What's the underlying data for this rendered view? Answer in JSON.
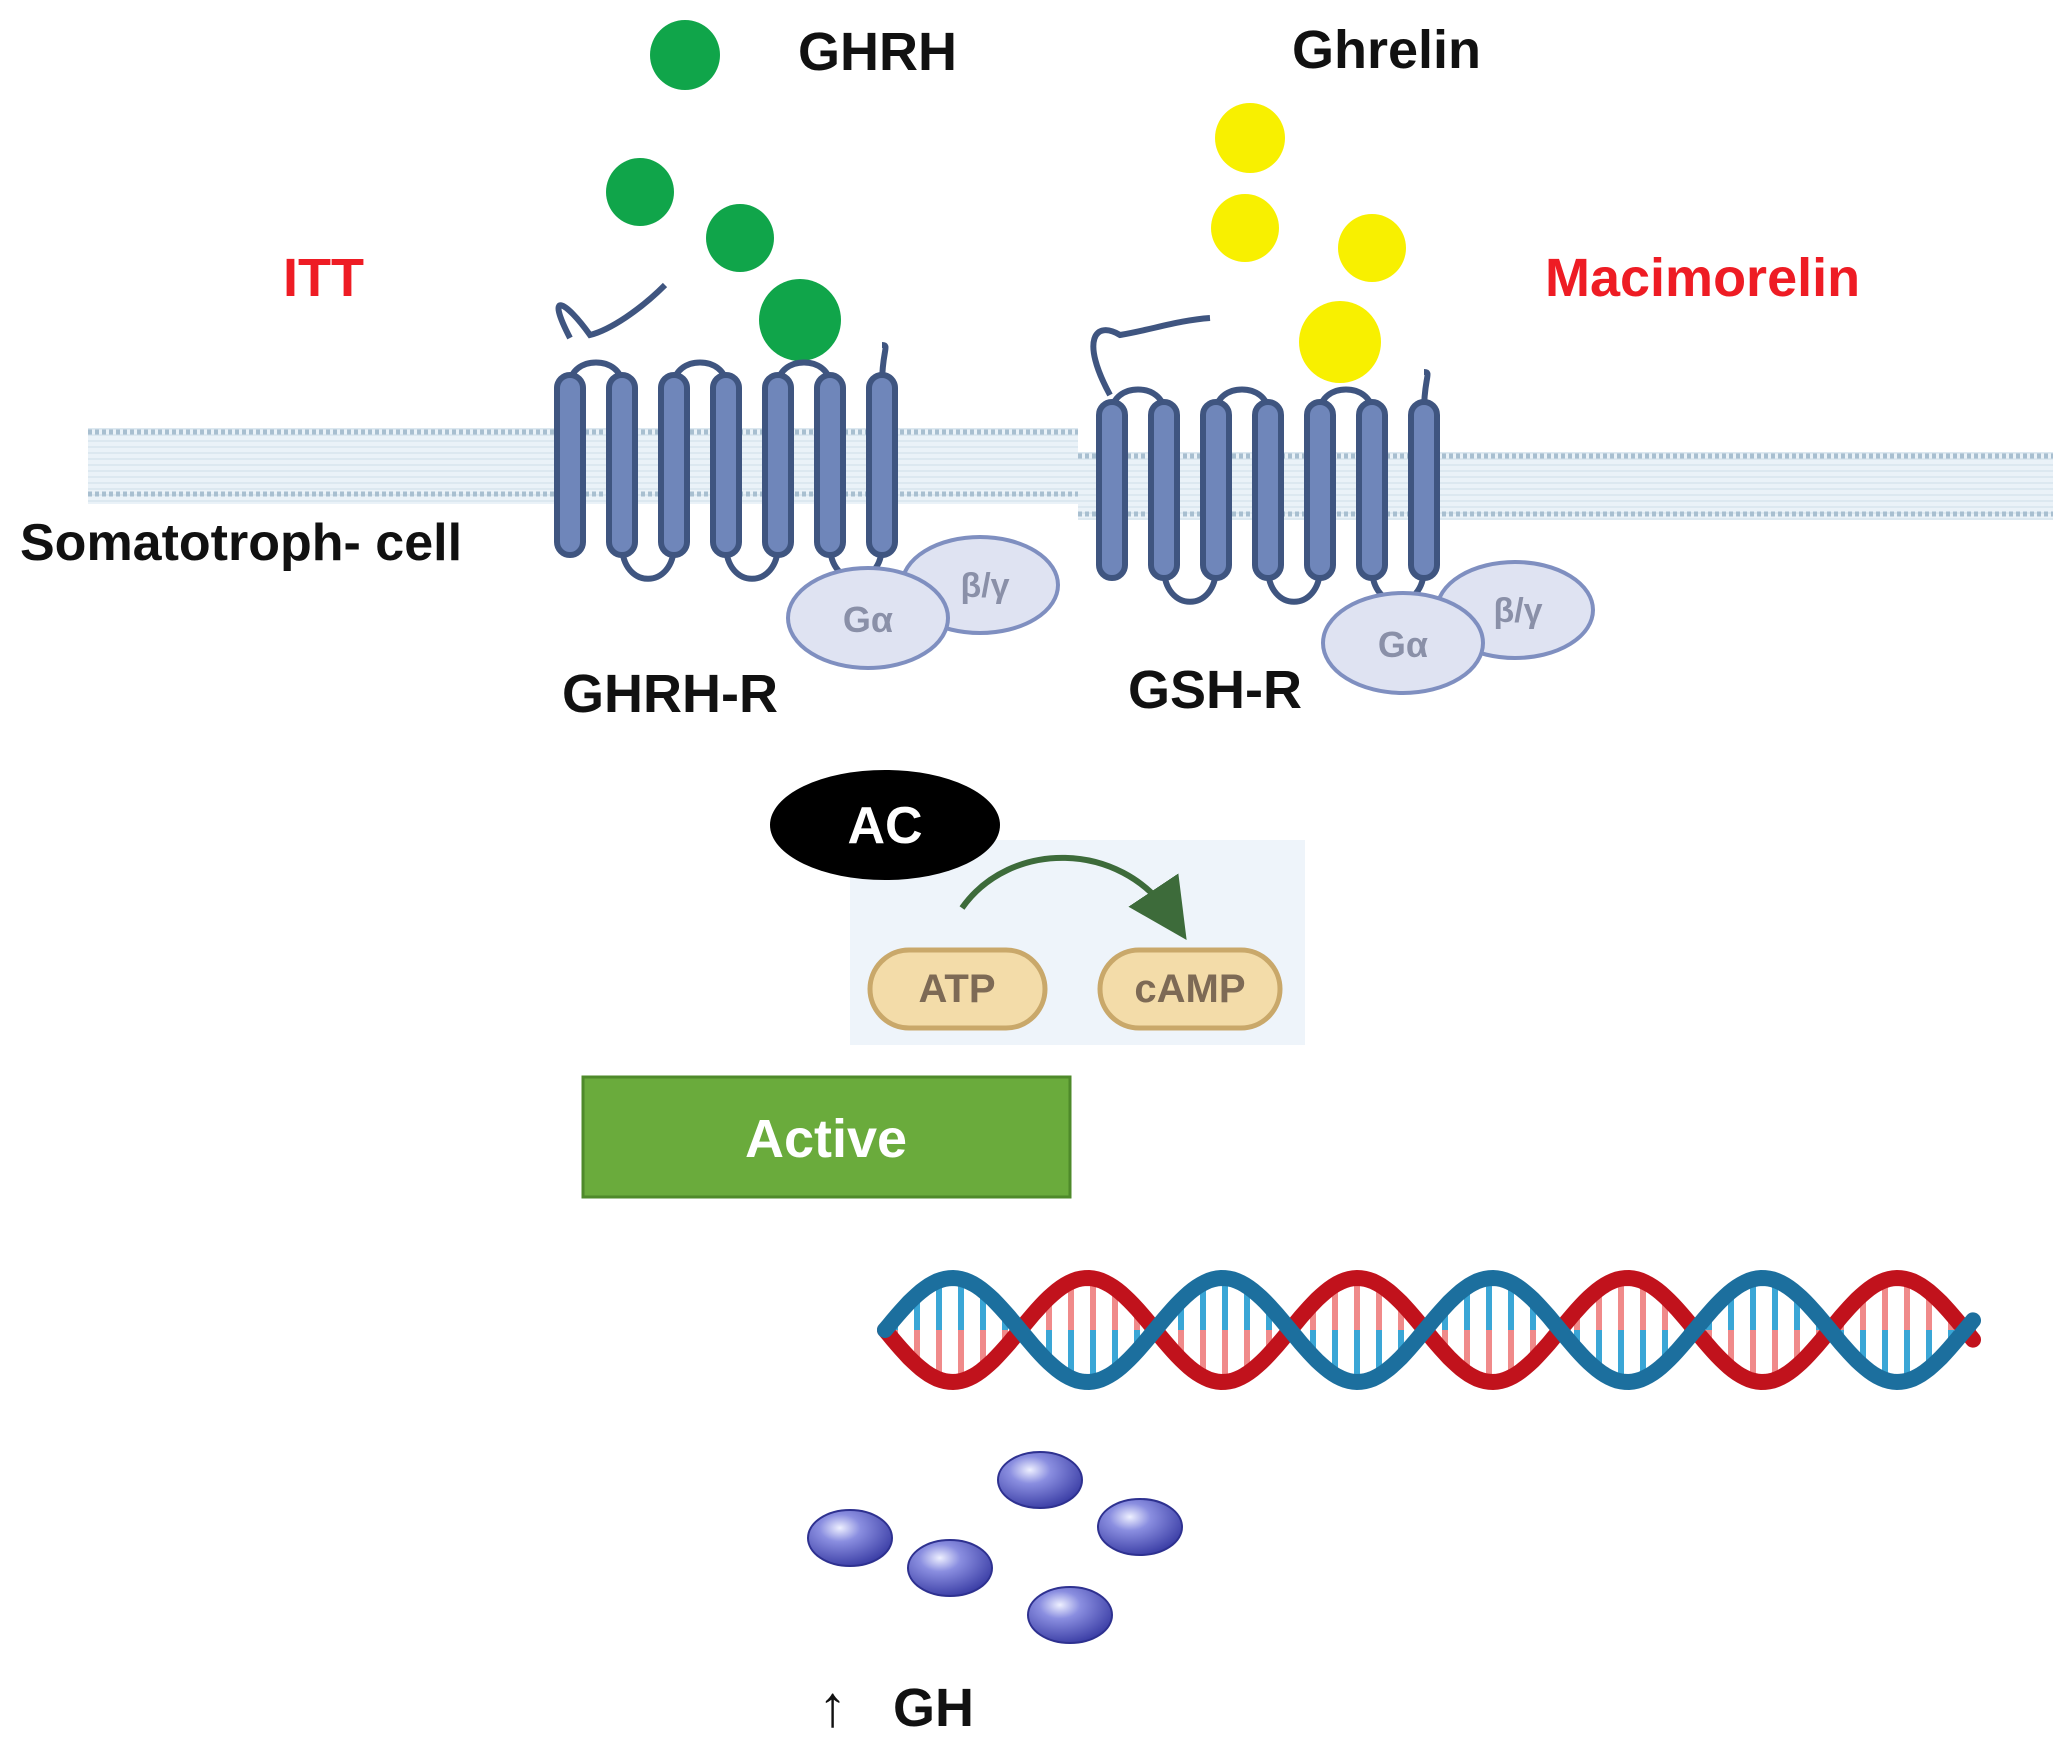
{
  "ligands": {
    "ghrh": "GHRH",
    "ghrelin": "Ghrelin"
  },
  "tests": {
    "left": "ITT",
    "right": "Macimorelin"
  },
  "cell_label": "Somatotroph- cell",
  "receptors": {
    "left": {
      "label": "GHRH-R",
      "g_alpha": "Gα",
      "beta_gamma": "β/γ"
    },
    "right": {
      "label": "GSH-R",
      "g_alpha": "Gα",
      "beta_gamma": "β/γ"
    }
  },
  "enzyme": "AC",
  "reaction": {
    "substrate": "ATP",
    "product": "cAMP"
  },
  "status_box": "Active",
  "output": {
    "arrow": "↑",
    "label": "GH"
  },
  "colors": {
    "ghrh_ligand": "#10a54a",
    "ghrelin_ligand": "#f8f000",
    "test_label": "#ee1c24",
    "receptor_fill": "#6f86ba",
    "receptor_stroke": "#3f5580",
    "g_protein_fill": "#dfe3f2",
    "active_box": "#6aab3c",
    "dna_blue": "#1c6f9e",
    "dna_red": "#c1121c",
    "gh_particle": "#5a5ec8"
  }
}
